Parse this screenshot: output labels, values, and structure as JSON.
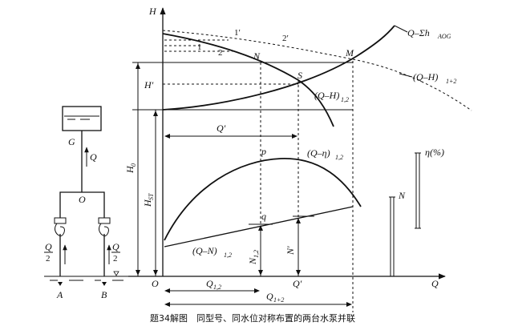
{
  "axes": {
    "h": "H",
    "q": "Q",
    "origin": "O"
  },
  "curves": {
    "system": "Q–Σh",
    "system_sub": "AOG",
    "parallel_head": "(Q–H)",
    "parallel_head_sub": "1+2",
    "single_head": "(Q–H)",
    "single_head_sub": "1,2",
    "single_eff": "(Q–η)",
    "single_eff_sub": "1,2",
    "single_power": "(Q–N)",
    "single_power_sub": "1,2"
  },
  "points": {
    "n": "N",
    "m": "M",
    "s": "S",
    "p": "p",
    "q": "q"
  },
  "marks": {
    "one": "1",
    "two": "2",
    "one_prime": "1′",
    "two_prime": "2′"
  },
  "levels": {
    "h_prime": "H′",
    "h0": "H",
    "h0_sub": "0",
    "hst": "H",
    "hst_sub": "ST",
    "q_prime": "Q′",
    "q_prime_axis": "Q′",
    "q12": "Q",
    "q12_sub": "1,2",
    "q1p2": "Q",
    "q1p2_sub": "1+2",
    "n12": "N",
    "n12_sub": "1,2",
    "n_prime": "N′"
  },
  "scale": {
    "eta": "η(%)",
    "n": "N"
  },
  "pump": {
    "g": "G",
    "q": "Q",
    "o": "O",
    "half_num": "Q",
    "half_den": "2",
    "a": "A",
    "b": "B"
  },
  "caption": "题34解图　同型号、同水位对称布置的两台水泵并联"
}
